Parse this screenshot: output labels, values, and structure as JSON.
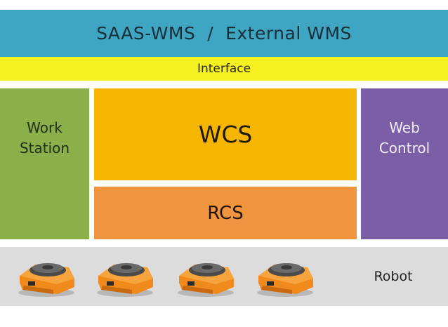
{
  "diagram": {
    "top_layer": "SAAS-WMS  /  External WMS",
    "interface": "Interface",
    "left_panel": "Work\nStation",
    "center_upper": "WCS",
    "center_lower": "RCS",
    "right_panel": "Web\nControl",
    "robot_label": "Robot",
    "robot_count": 4
  },
  "colors": {
    "wms": "#3ea6c2",
    "interface": "#f5f020",
    "work_station": "#8bb04a",
    "wcs": "#f6b500",
    "rcs": "#ef9540",
    "web_control": "#7b5ea6",
    "robot_band": "#dcdcdc",
    "robot_body": "#f08a1c"
  },
  "icons": {
    "robot": "robot-icon"
  }
}
